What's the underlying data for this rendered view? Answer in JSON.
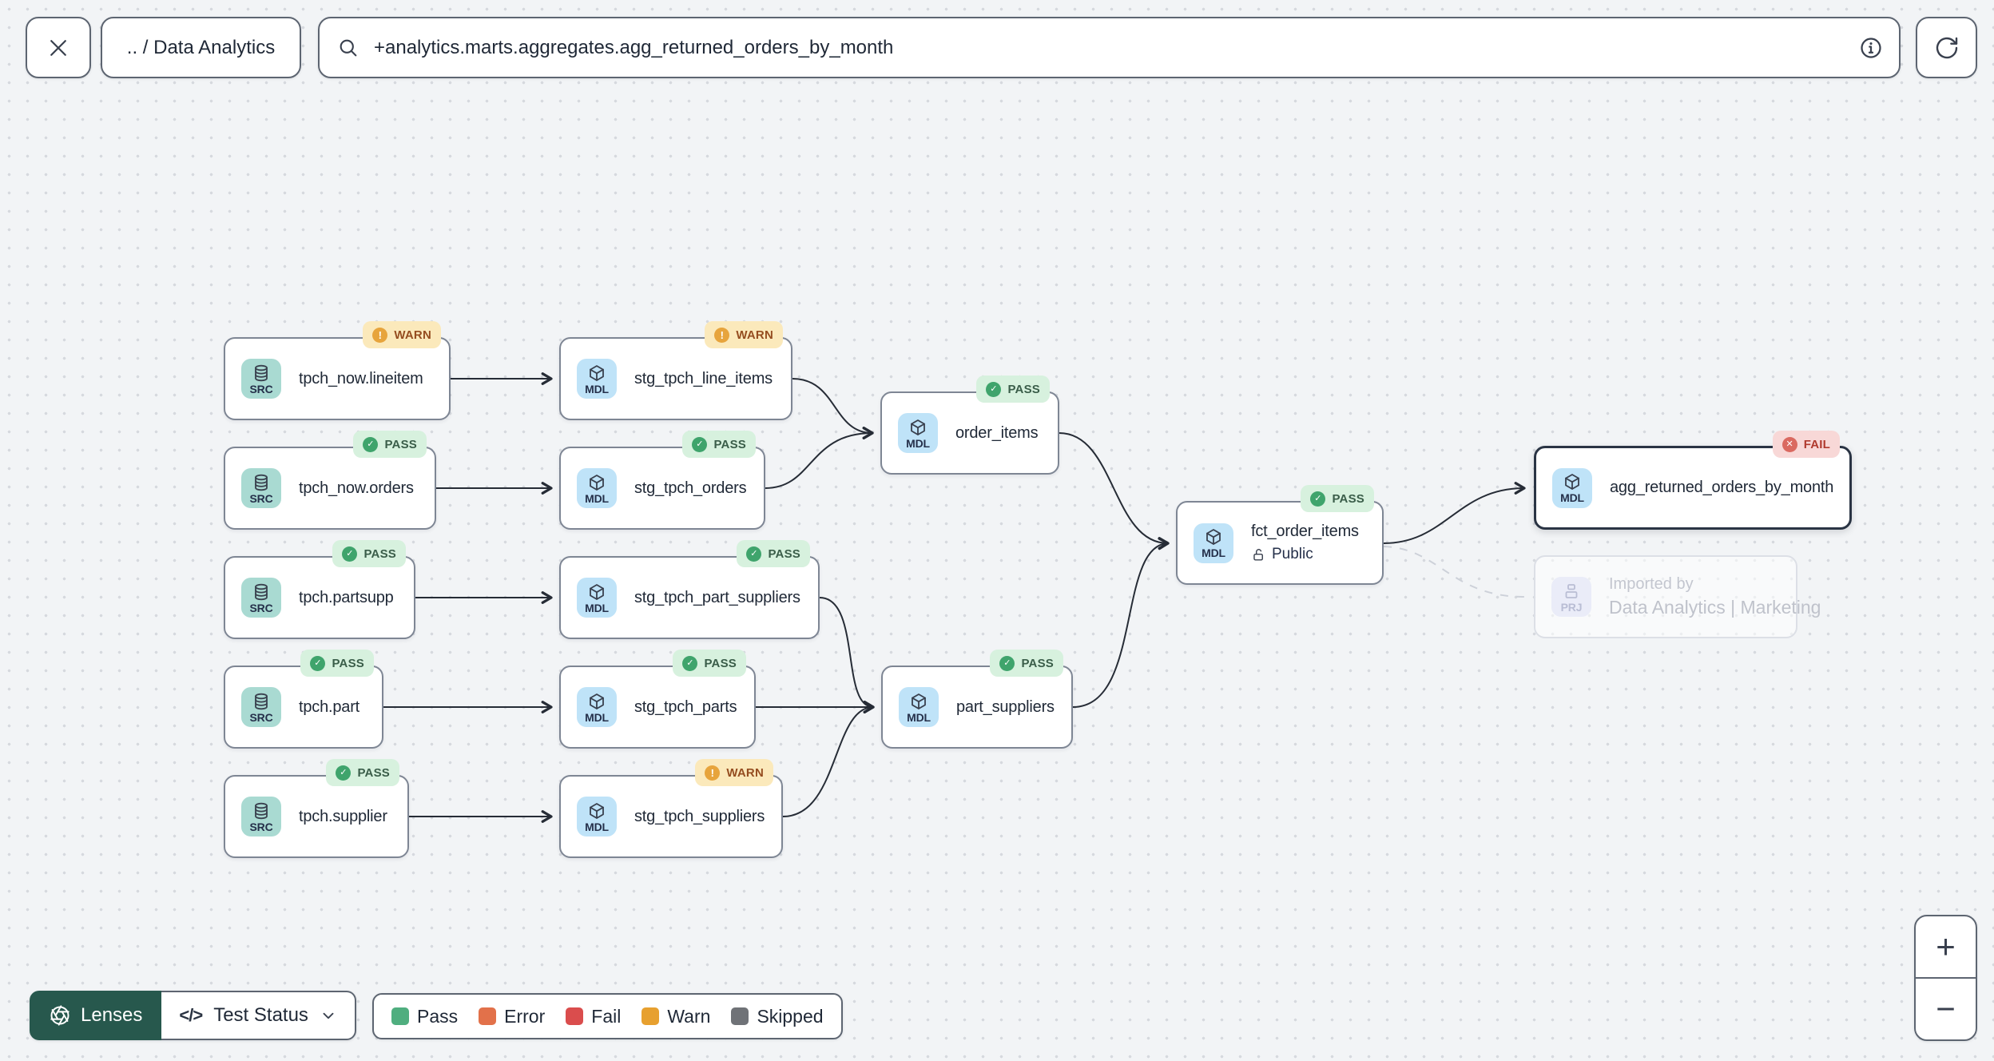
{
  "topbar": {
    "breadcrumb": ".. / Data Analytics",
    "search_value": "+analytics.marts.aggregates.agg_returned_orders_by_month"
  },
  "nodes": [
    {
      "kind": "SRC",
      "label": "tpch_now.lineitem",
      "status": "WARN"
    },
    {
      "kind": "SRC",
      "label": "tpch_now.orders",
      "status": "PASS"
    },
    {
      "kind": "SRC",
      "label": "tpch.partsupp",
      "status": "PASS"
    },
    {
      "kind": "SRC",
      "label": "tpch.part",
      "status": "PASS"
    },
    {
      "kind": "SRC",
      "label": "tpch.supplier",
      "status": "PASS"
    },
    {
      "kind": "MDL",
      "label": "stg_tpch_line_items",
      "status": "WARN"
    },
    {
      "kind": "MDL",
      "label": "stg_tpch_orders",
      "status": "PASS"
    },
    {
      "kind": "MDL",
      "label": "stg_tpch_part_suppliers",
      "status": "PASS"
    },
    {
      "kind": "MDL",
      "label": "stg_tpch_parts",
      "status": "PASS"
    },
    {
      "kind": "MDL",
      "label": "stg_tpch_suppliers",
      "status": "WARN"
    },
    {
      "kind": "MDL",
      "label": "order_items",
      "status": "PASS"
    },
    {
      "kind": "MDL",
      "label": "part_suppliers",
      "status": "PASS"
    },
    {
      "kind": "MDL",
      "label": "fct_order_items",
      "status": "PASS",
      "sub_label": "Public"
    },
    {
      "kind": "MDL",
      "label": "agg_returned_orders_by_month",
      "status": "FAIL",
      "selected": true
    },
    {
      "kind": "PRJ",
      "label_top": "Imported by",
      "label": "Data Analytics | Marketing",
      "imported": true
    }
  ],
  "footer": {
    "lenses_label": "Lenses",
    "lens_selected": "Test Status",
    "legend": [
      {
        "label": "Pass",
        "color": "#4fae7f"
      },
      {
        "label": "Error",
        "color": "#e2714a"
      },
      {
        "label": "Fail",
        "color": "#da4d4d"
      },
      {
        "label": "Warn",
        "color": "#e7a02f"
      },
      {
        "label": "Skipped",
        "color": "#6f7277"
      }
    ]
  },
  "zoom_controls": {
    "zoom_in": "+",
    "zoom_out": "−"
  },
  "colors": {
    "pass_badge_bg": "#d7f1de",
    "warn_badge_bg": "#fbe9bb",
    "fail_badge_bg": "#f8d8d7",
    "src_icon_bg": "#a9dad2",
    "mdl_icon_bg": "#bfe3f8",
    "prj_icon_bg": "#eaecf8",
    "lenses_bg": "#27584d",
    "edge": "#262c36"
  }
}
